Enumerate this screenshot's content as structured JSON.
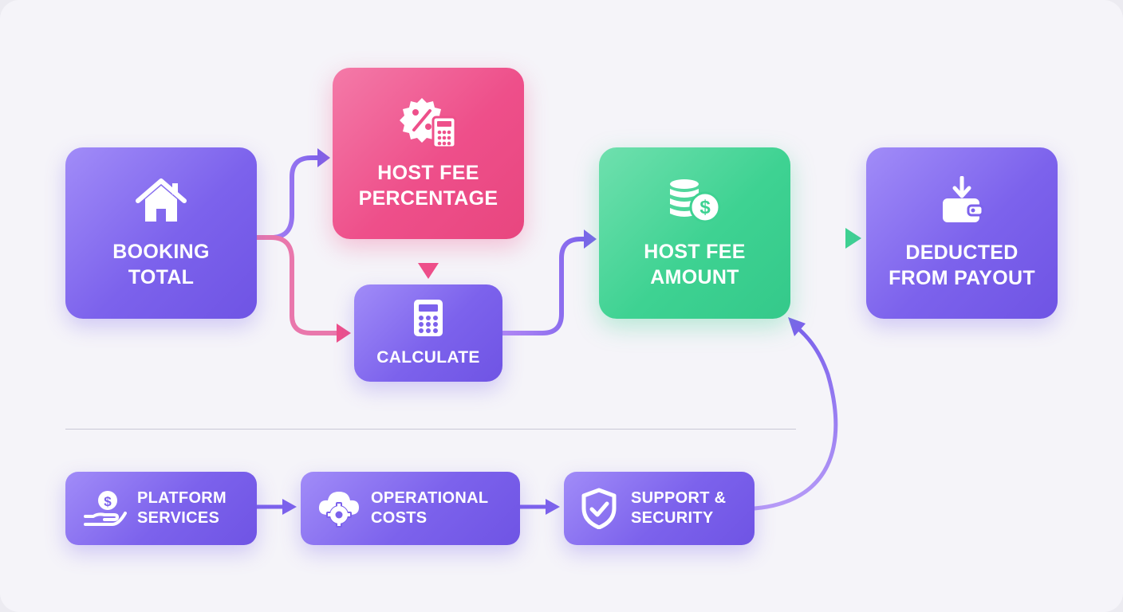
{
  "colors": {
    "purple": "#7c62ec",
    "pink": "#ee4f8a",
    "green": "#3ed292",
    "background": "#f5f4f9"
  },
  "nodes": {
    "booking_total": {
      "line1": "BOOKING",
      "line2": "TOTAL",
      "icon": "house-icon"
    },
    "host_fee_percentage": {
      "line1": "HOST FEE",
      "line2": "PERCENTAGE",
      "icon": "percent-badge-calculator-icon"
    },
    "calculate": {
      "label": "CALCULATE",
      "icon": "calculator-icon"
    },
    "host_fee_amount": {
      "line1": "HOST FEE",
      "line2": "AMOUNT",
      "icon": "coins-dollar-icon"
    },
    "deducted_from_payout": {
      "line1": "DEDUCTED",
      "line2": "FROM PAYOUT",
      "icon": "wallet-download-icon"
    }
  },
  "services": [
    {
      "line1": "PLATFORM",
      "line2": "SERVICES",
      "icon": "hand-dollar-icon"
    },
    {
      "line1": "OPERATIONAL",
      "line2": "COSTS",
      "icon": "cloud-gear-icon"
    },
    {
      "line1": "SUPPORT &",
      "line2": "SECURITY",
      "icon": "shield-check-icon"
    }
  ]
}
